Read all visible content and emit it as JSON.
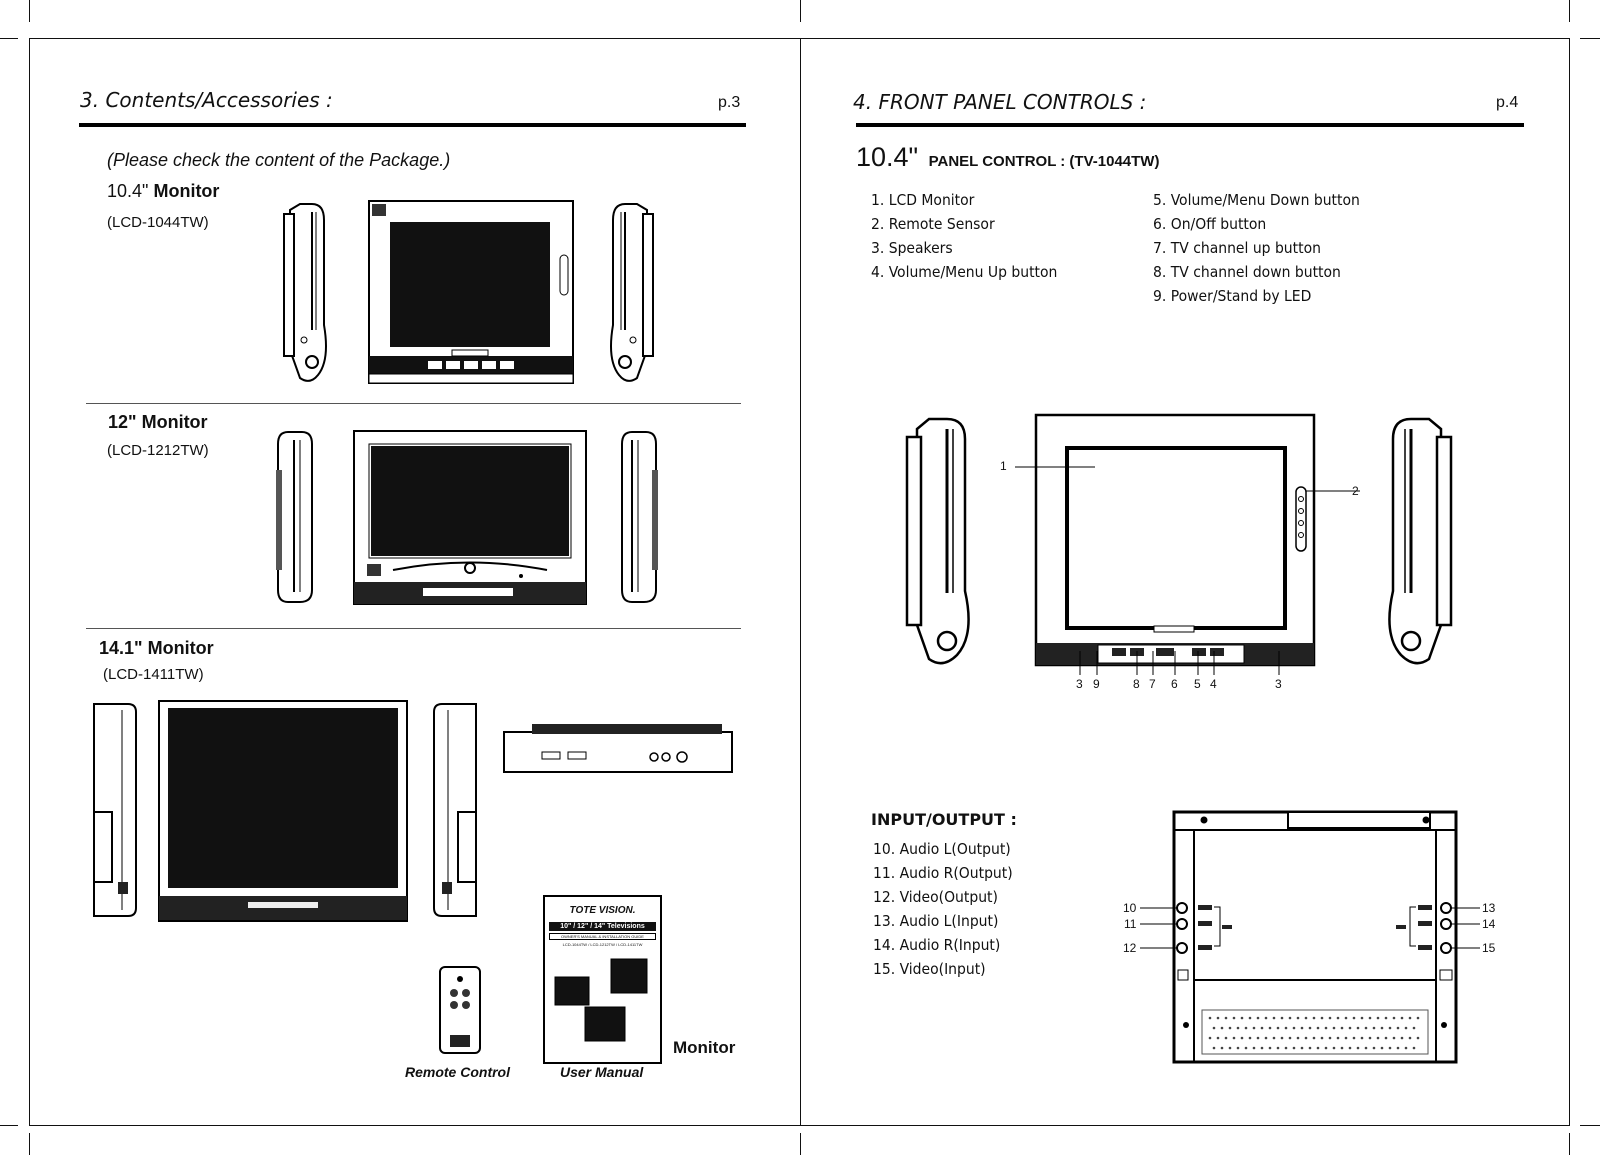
{
  "left_page": {
    "section_title": "3. Contents/Accessories :",
    "page_number": "p.3",
    "check_note": "(Please check the content of the Package.)",
    "items": [
      {
        "size": "10.4\"",
        "label": "Monitor",
        "model": "(LCD-1044TW)"
      },
      {
        "size": "12\"",
        "label": "Monitor",
        "model": "(LCD-1212TW)"
      },
      {
        "size": "14.1\"",
        "label": "Monitor",
        "model": "(LCD-1411TW)"
      }
    ],
    "remote_caption": "Remote Control",
    "manual_caption": "User Manual",
    "monitor_caption": "Monitor",
    "manual_cover": {
      "brand": "TOTE VISION.",
      "band": "10\" / 12\" / 14\" Televisions",
      "subtitle": "OWNER'S MANUAL & INSTALLATION GUIDE",
      "models": "LCD-1044TW / LCD-1212TW / LCD-1411TW"
    }
  },
  "right_page": {
    "section_title": "4. FRONT PANEL CONTROLS :",
    "page_number": "p.4",
    "panel_size": "10.4\"",
    "panel_title": "PANEL CONTROL : (TV-1044TW)",
    "controls_col1": [
      "1. LCD Monitor",
      "2. Remote Sensor",
      "3. Speakers",
      "4. Volume/Menu Up button"
    ],
    "controls_col2": [
      "5. Volume/Menu Down button",
      "6. On/Off button",
      "7. TV channel up button",
      "8. TV channel down button",
      "9. Power/Stand by LED"
    ],
    "callouts_front": {
      "one": "1",
      "two": "2",
      "bottom": [
        "3",
        "9",
        "8",
        "7",
        "6",
        "5",
        "4",
        "3"
      ]
    },
    "io_title": "INPUT/OUTPUT :",
    "io_items": [
      "10. Audio L(Output)",
      "11. Audio R(Output)",
      "12. Video(Output)",
      "13. Audio L(Input)",
      "14. Audio R(Input)",
      "15. Video(Input)"
    ],
    "callouts_back": [
      "10",
      "11",
      "12",
      "13",
      "14",
      "15"
    ]
  }
}
